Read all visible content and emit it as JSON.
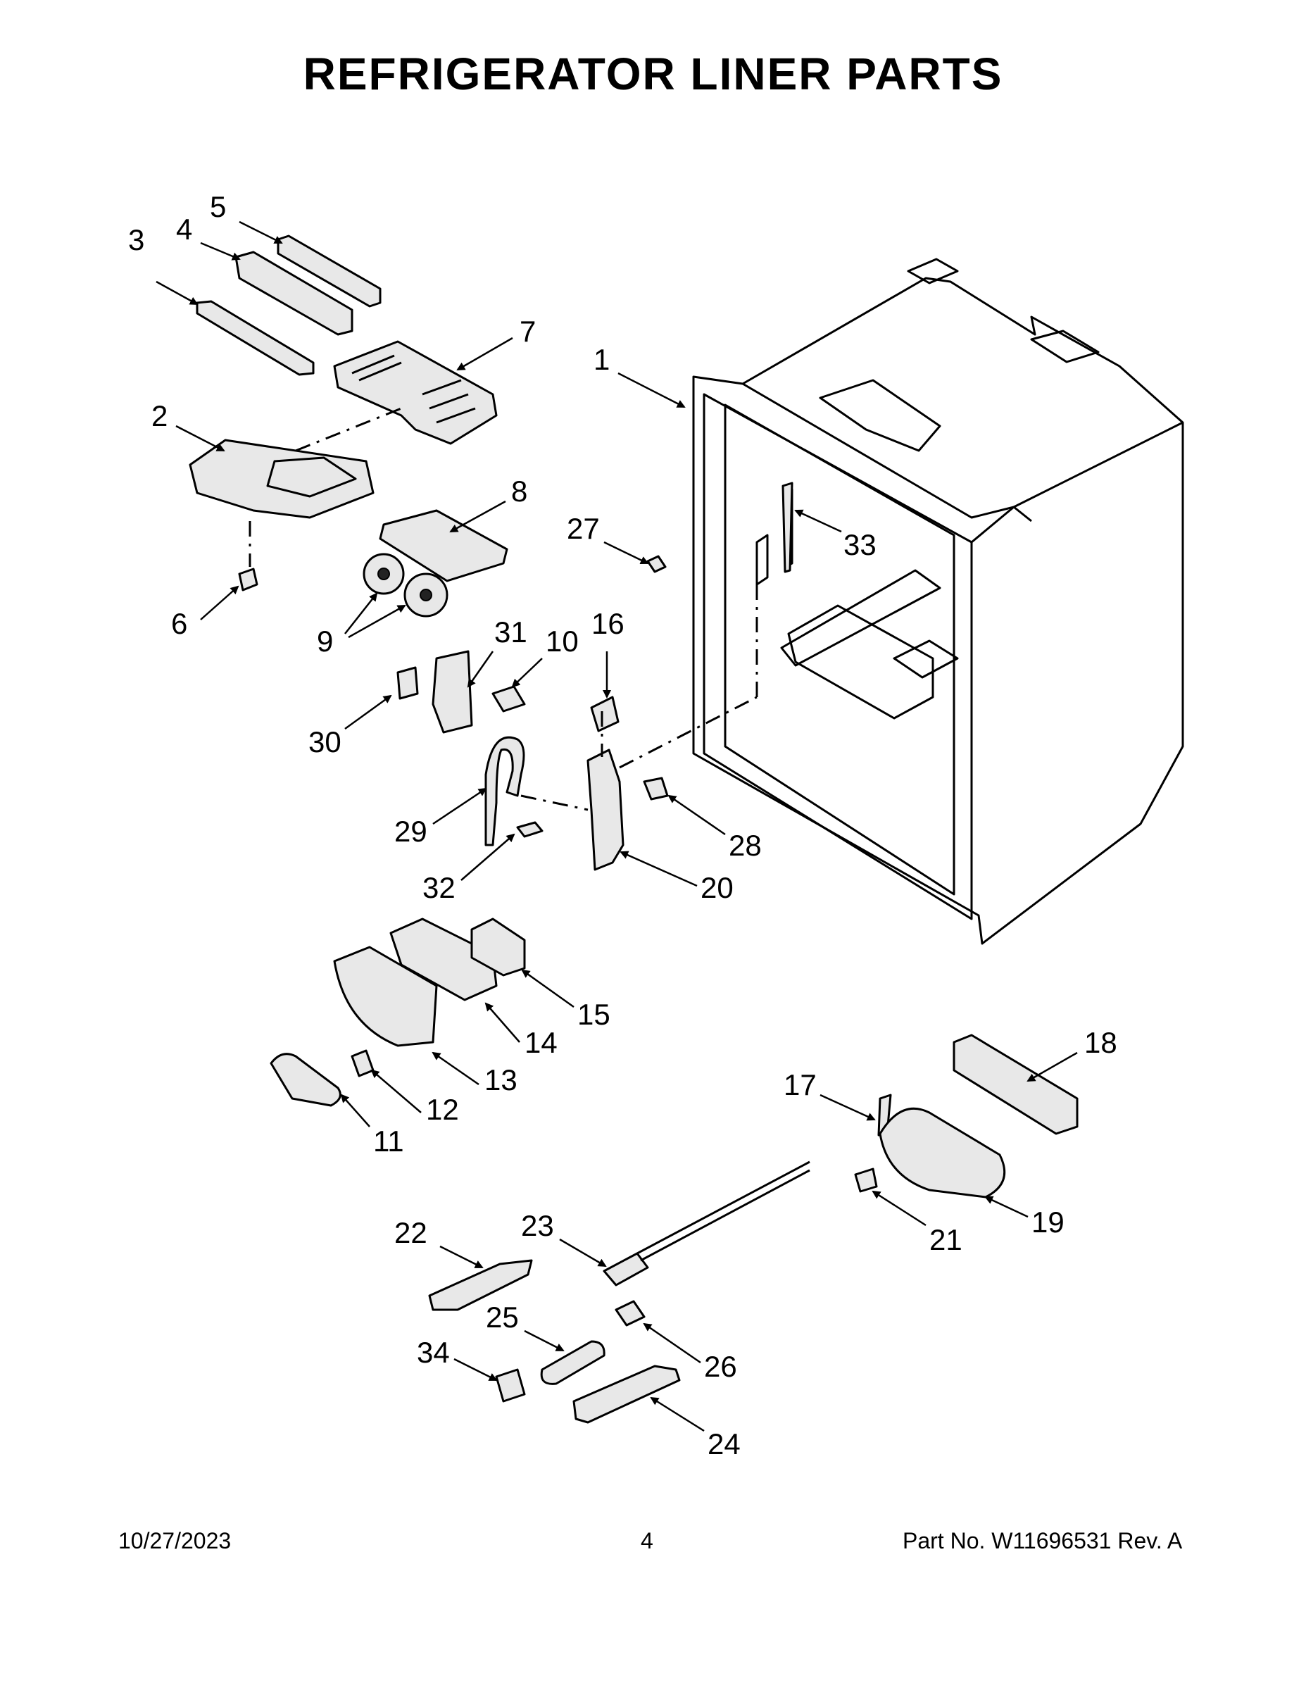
{
  "title": "REFRIGERATOR LINER PARTS",
  "footer": {
    "date": "10/27/2023",
    "page": "4",
    "part": "Part No.  W11696531   Rev.  A"
  },
  "callouts": [
    "1",
    "2",
    "3",
    "4",
    "5",
    "6",
    "7",
    "8",
    "9",
    "10",
    "11",
    "12",
    "13",
    "14",
    "15",
    "16",
    "17",
    "18",
    "19",
    "20",
    "21",
    "22",
    "23",
    "24",
    "25",
    "26",
    "27",
    "28",
    "29",
    "30",
    "31",
    "32",
    "33",
    "34"
  ]
}
